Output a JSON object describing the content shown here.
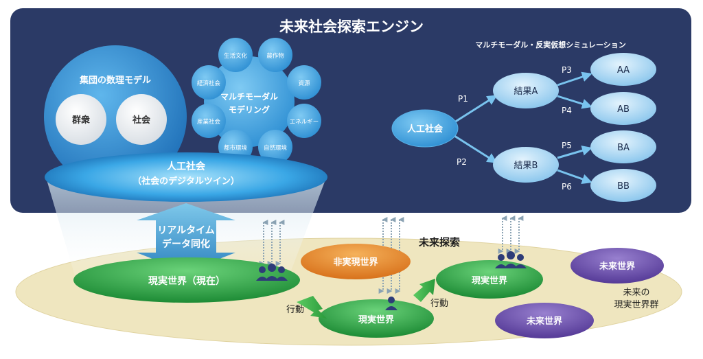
{
  "engine": {
    "title": "未来社会探索エンジン",
    "simulation_label": "マルチモーダル・反実仮想シミュレーション"
  },
  "group_model": {
    "title": "集団の数理モデル",
    "items": [
      "群衆",
      "社会"
    ]
  },
  "multimodal": {
    "center_line1": "マルチモーダル",
    "center_line2": "モデリング",
    "domains": [
      "生活文化",
      "農作物",
      "資源",
      "エネルギー",
      "自然環境",
      "都市環境",
      "産業社会",
      "経済社会"
    ]
  },
  "artificial_society": {
    "line1": "人工社会",
    "line2": "（社会のデジタルツイン）"
  },
  "sync": {
    "line1": "リアルタイム",
    "line2": "データ同化"
  },
  "tree": {
    "root": "人工社会",
    "results": [
      "結果A",
      "結果B"
    ],
    "leaves": [
      "AA",
      "AB",
      "BA",
      "BB"
    ],
    "paths": [
      "P1",
      "P2",
      "P3",
      "P4",
      "P5",
      "P6"
    ]
  },
  "world": {
    "current": "現実世界（現在）",
    "non_real": "非実現世界",
    "real_mid": "現実世界",
    "real_right": "現実世界",
    "future_search": "未来探索",
    "action": "行動",
    "future_world": "未来世界",
    "future_group_line1": "未来の",
    "future_group_line2": "現実世界群"
  },
  "colors": {
    "engine_panel": "#2b3a66",
    "bubble_blue": "#3a9ad9",
    "light_bubble": "#a9d3f0",
    "green": "#2fa84a",
    "orange": "#e6892e",
    "purple": "#6a4ea8",
    "ground": "#efe6bf",
    "people": "#2e3c78"
  }
}
